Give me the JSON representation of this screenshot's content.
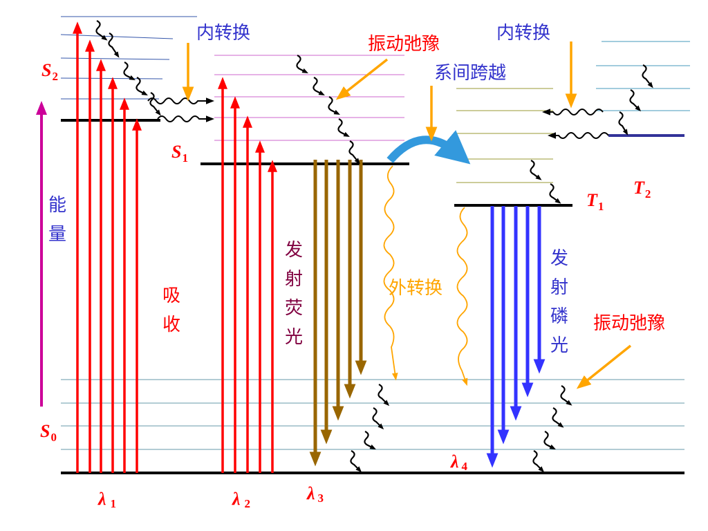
{
  "states": {
    "s2": "S",
    "s2_sub": "2",
    "s1": "S",
    "s1_sub": "1",
    "s0": "S",
    "s0_sub": "0",
    "t1": "T",
    "t1_sub": "1",
    "t2": "T",
    "t2_sub": "2"
  },
  "wavelengths": {
    "l1": "λ",
    "l1_sub": "1",
    "l2": "λ",
    "l2_sub": "2",
    "l3": "λ",
    "l3_sub": "3",
    "l4": "λ",
    "l4_sub": "4"
  },
  "labels": {
    "internal_conversion_left": "内转换",
    "internal_conversion_right": "内转换",
    "vibrational_relaxation_top": "振动弛豫",
    "vibrational_relaxation_bottom": "振动弛豫",
    "intersystem_crossing": "系间跨越",
    "energy": [
      "能",
      "量"
    ],
    "absorption": [
      "吸",
      "收"
    ],
    "fluorescence": [
      "发",
      "射",
      "荧",
      "光"
    ],
    "external_conversion": "外转换",
    "phosphorescence": [
      "发",
      "射",
      "磷",
      "光"
    ]
  },
  "colors": {
    "absorption": "#ff0000",
    "fluorescence": "#996600",
    "phosphorescence": "#3333ff",
    "external_conversion": "#ffa500",
    "annotation_arrow": "#ffa500",
    "energy_axis": "#cc0099",
    "ground_level": "#000000",
    "s_vibrational_line": "#cc66cc",
    "t_vibrational_line": "#999933",
    "blue_text": "#3333cc",
    "red_text": "#ff0000",
    "purple_text": "#800040",
    "isc_arrow": "#3399dd",
    "t2_level": "#333399"
  }
}
